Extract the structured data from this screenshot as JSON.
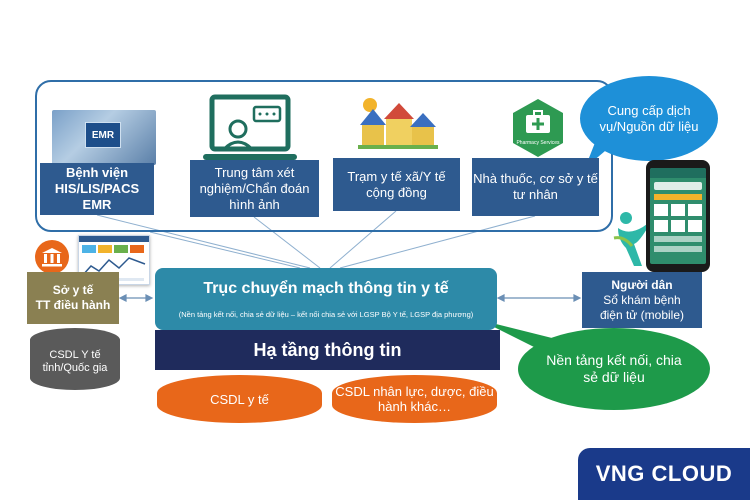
{
  "sources": {
    "hospital": "Bệnh viện HIS/LIS/PACS EMR",
    "hospital_line1": "Bệnh viện",
    "hospital_line2": "HIS/LIS/PACS",
    "hospital_line3": "EMR",
    "emr_badge": "EMR",
    "lab": "Trung tâm xét nghiệm/Chẩn đoán hình ảnh",
    "commune": "Trạm y tế xã/Y tế cộng đồng",
    "pharmacy": "Nhà thuốc, cơ sở y tế tư nhân",
    "pharmacy_badge": "Pharmacy Services"
  },
  "bubbles": {
    "top": "Cung cấp dịch vụ/Nguồn dữ liệu",
    "bottom": "Nền tảng kết nối, chia sẻ dữ liệu"
  },
  "hub": {
    "title": "Trục chuyển mạch thông tin y tế",
    "subtitle": "(Nền tảng kết nối, chia sẻ dữ liệu – kết nối chia sẻ với LGSP Bộ Y tế, LGSP địa phương)"
  },
  "infra": {
    "title": "Hạ tầng thông tin"
  },
  "databases": {
    "health": "CSDL y tế",
    "other": "CSDL nhân lực, dược, điều hành khác…"
  },
  "left": {
    "so_line1": "Sở y tế",
    "so_line2": "TT điều hành",
    "db": "CSDL Y tế tỉnh/Quốc gia"
  },
  "right": {
    "citizen_line1": "Người dân",
    "citizen_line2": "Sổ khám bệnh",
    "citizen_line3": "điện tử (mobile)"
  },
  "logo": {
    "text": "VNG CLOUD"
  },
  "colors": {
    "source_box": "#2e5a8f",
    "hub": "#2d8aa8",
    "infra": "#1f2b5c",
    "database": "#e8671a",
    "bubble_top": "#1e90d8",
    "bubble_bottom": "#1e9a4a",
    "logo_bar": "#1a3a8a"
  }
}
